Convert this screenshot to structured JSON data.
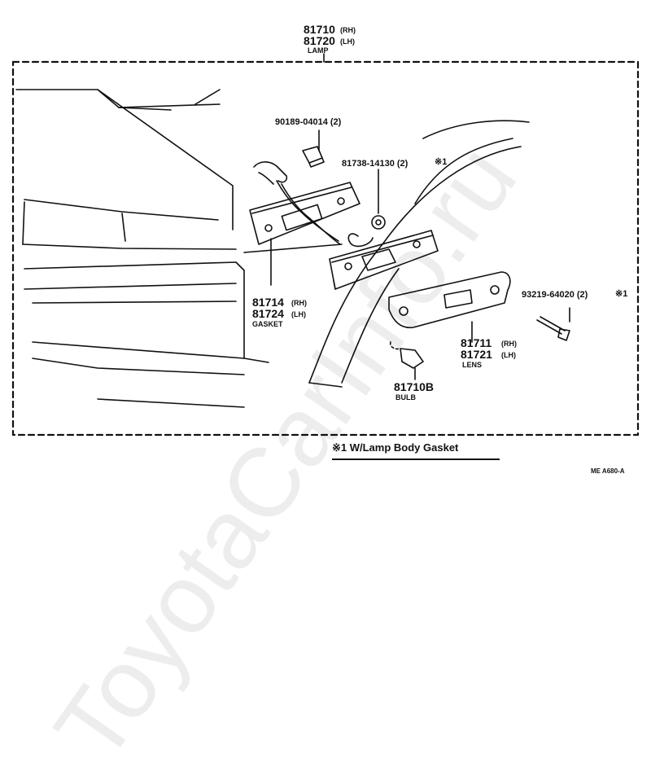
{
  "assembly": {
    "part_rh": "81710",
    "part_lh": "81720",
    "rh_tag": "(RH)",
    "lh_tag": "(LH)",
    "name": "LAMP"
  },
  "clip": {
    "part": "90189-04014 (2)"
  },
  "nut": {
    "part": "81738-14130 (2)",
    "mark": "※1"
  },
  "screw": {
    "part": "93219-64020 (2)",
    "mark": "※1"
  },
  "gasket": {
    "part_rh": "81714",
    "part_lh": "81724",
    "rh_tag": "(RH)",
    "lh_tag": "(LH)",
    "name": "GASKET"
  },
  "lens": {
    "part_rh": "81711",
    "part_lh": "81721",
    "rh_tag": "(RH)",
    "lh_tag": "(LH)",
    "name": "LENS"
  },
  "bulb": {
    "part": "81710B",
    "name": "BULB"
  },
  "note": {
    "text": "※1  W/Lamp Body Gasket"
  },
  "reference": "ME  A680-A",
  "watermark": "ToyotaCarInfo.ru",
  "colors": {
    "ink": "#111111",
    "watermark": "rgba(0,0,0,0.07)"
  }
}
